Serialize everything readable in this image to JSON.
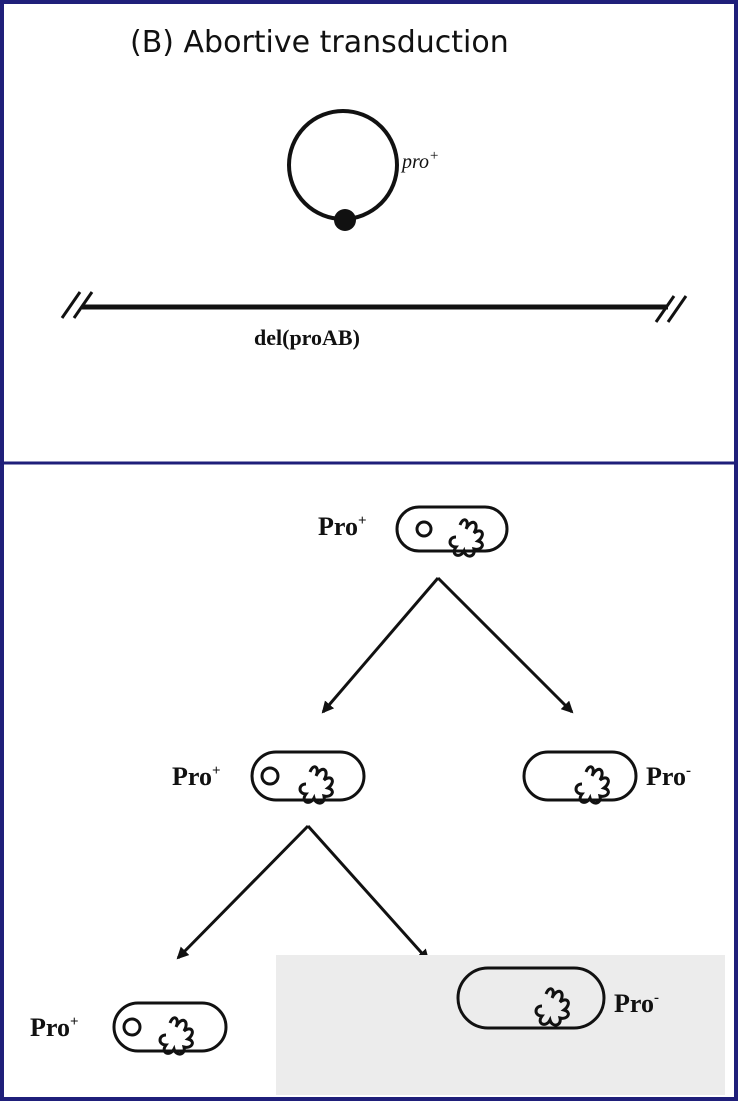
{
  "title": "(B) Abortive transduction",
  "top_panel": {
    "plasmid_label": "pro",
    "plasmid_label_sup": "+",
    "chromosome_label": "del(proAB)"
  },
  "tree": {
    "root": {
      "label": "Pro",
      "sup": "+"
    },
    "level2_left": {
      "label": "Pro",
      "sup": "+"
    },
    "level2_right": {
      "label": "Pro",
      "sup": "-"
    },
    "level3_left": {
      "label": "Pro",
      "sup": "+"
    },
    "level3_right": {
      "label": "Pro",
      "sup": "-"
    }
  },
  "colors": {
    "border": "#1f1f7a",
    "ink": "#111111",
    "overlay": "#ececec"
  }
}
